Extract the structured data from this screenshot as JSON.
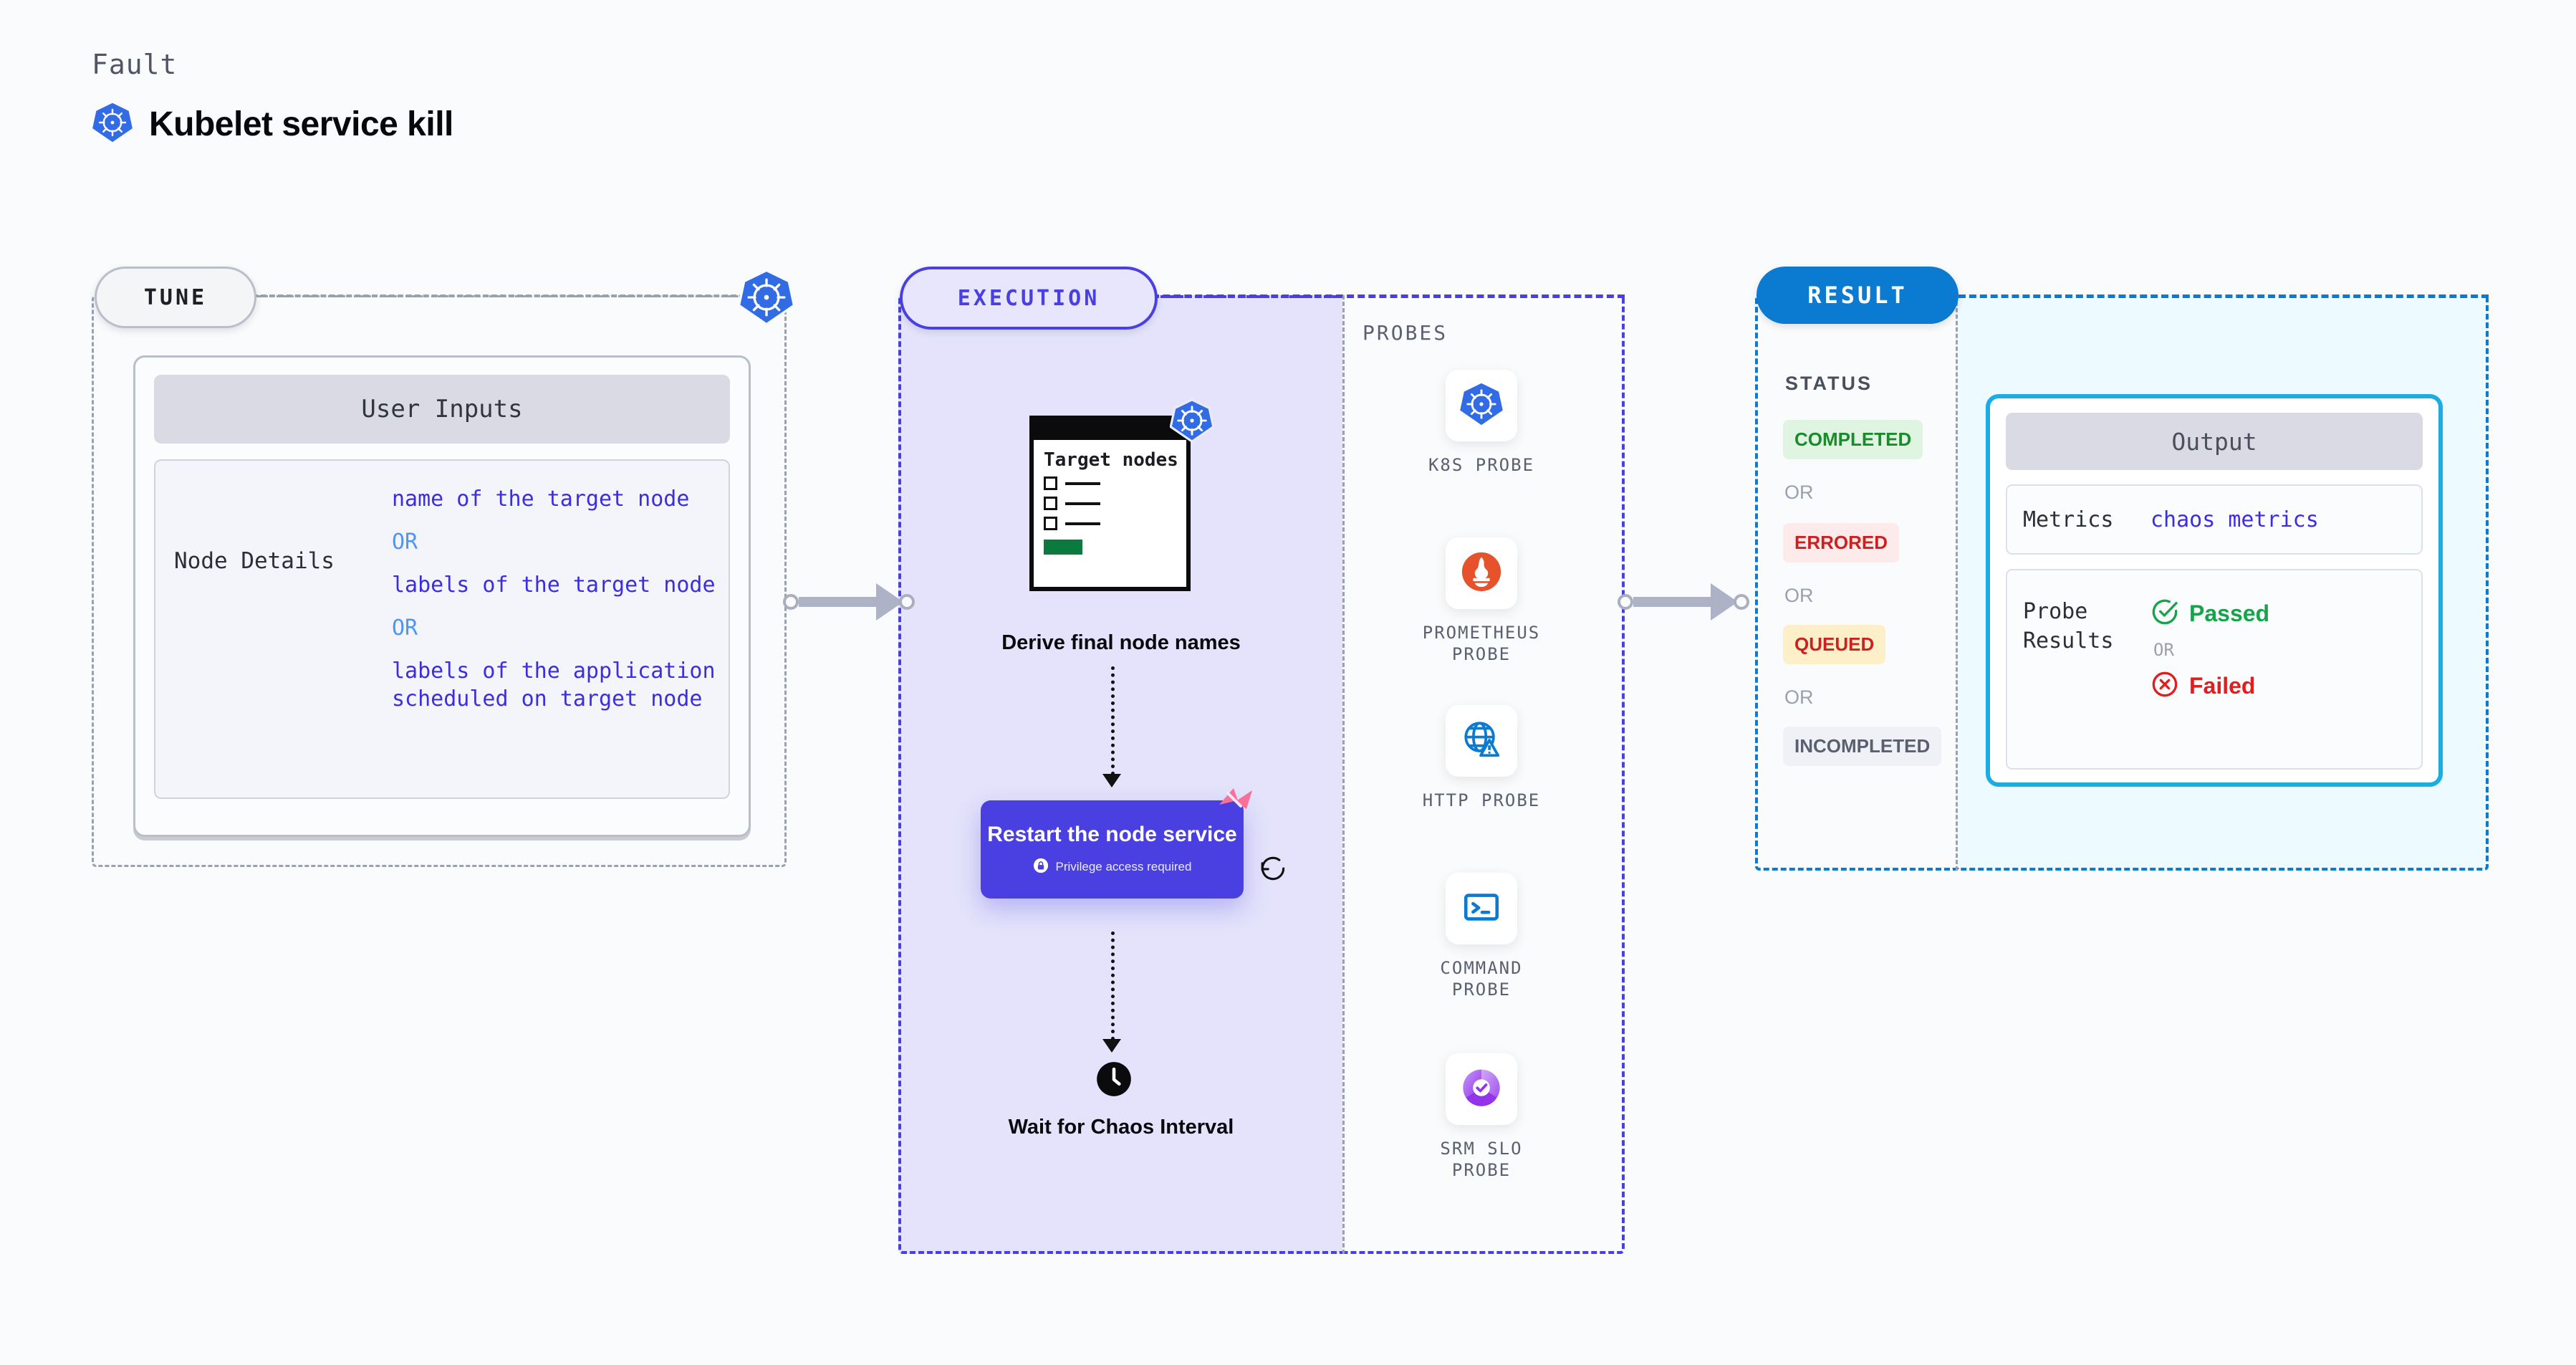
{
  "header": {
    "kicker": "Fault",
    "title": "Kubelet service kill",
    "icon": "kubernetes-icon"
  },
  "tune": {
    "pill_label": "TUNE",
    "badge_icon": "kubernetes-icon",
    "card": {
      "header": "User Inputs",
      "rows": [
        {
          "label": "Node Details",
          "options": [
            "name of the target node",
            "labels of the target node",
            "labels of the application scheduled on target node"
          ],
          "separator": "OR"
        }
      ]
    }
  },
  "execution": {
    "pill_label": "EXECUTION",
    "target_card": {
      "title": "Target nodes",
      "checkbox_rows": 3,
      "progress_bar_color": "#0b7a3e",
      "badge_icon": "kubernetes-icon"
    },
    "steps": [
      {
        "name": "derive-final-node-names",
        "label": "Derive final node names"
      },
      {
        "name": "restart-the-node-service",
        "label": "Restart the node service",
        "privilege_note": "Privilege access required",
        "privilege_icon": "lock-icon",
        "brand_icon": "harness-logo-icon",
        "retry_icon": "retry-icon",
        "color": "#4a3fe0"
      },
      {
        "name": "wait-for-chaos-interval",
        "label": "Wait for Chaos Interval",
        "icon": "clock-icon"
      }
    ]
  },
  "probes": {
    "section_label": "PROBES",
    "items": [
      {
        "label": "K8S PROBE",
        "icon": "kubernetes-icon"
      },
      {
        "label": "PROMETHEUS PROBE",
        "icon": "prometheus-icon"
      },
      {
        "label": "HTTP PROBE",
        "icon": "globe-warning-icon"
      },
      {
        "label": "COMMAND PROBE",
        "icon": "terminal-icon"
      },
      {
        "label": "SRM SLO PROBE",
        "icon": "srm-slo-icon"
      }
    ]
  },
  "result": {
    "pill_label": "RESULT",
    "status_label": "STATUS",
    "or_label": "OR",
    "statuses": [
      {
        "label": "COMPLETED",
        "bg": "#dff5e1",
        "fg": "#1a8b2b"
      },
      {
        "label": "ERRORED",
        "bg": "#fdeaea",
        "fg": "#cf2020"
      },
      {
        "label": "QUEUED",
        "bg": "#fdefc7",
        "fg": "#cf2020"
      },
      {
        "label": "INCOMPLETED",
        "bg": "#f0f1f6",
        "fg": "#5a6070"
      }
    ],
    "output": {
      "header": "Output",
      "metrics_label": "Metrics",
      "metrics_value": "chaos metrics",
      "probe_results_label": "Probe Results",
      "passed_label": "Passed",
      "failed_label": "Failed",
      "passed_icon": "check-circle-icon",
      "failed_icon": "x-circle-icon",
      "or_label": "OR"
    }
  },
  "colors": {
    "execution_accent": "#4a3fe0",
    "result_accent": "#0b7ad1",
    "output_border": "#19ade3",
    "kubernetes_blue": "#326ce5",
    "harness_pink": "#f9719b",
    "passed_green": "#16a34a",
    "failed_red": "#e11d1d"
  }
}
